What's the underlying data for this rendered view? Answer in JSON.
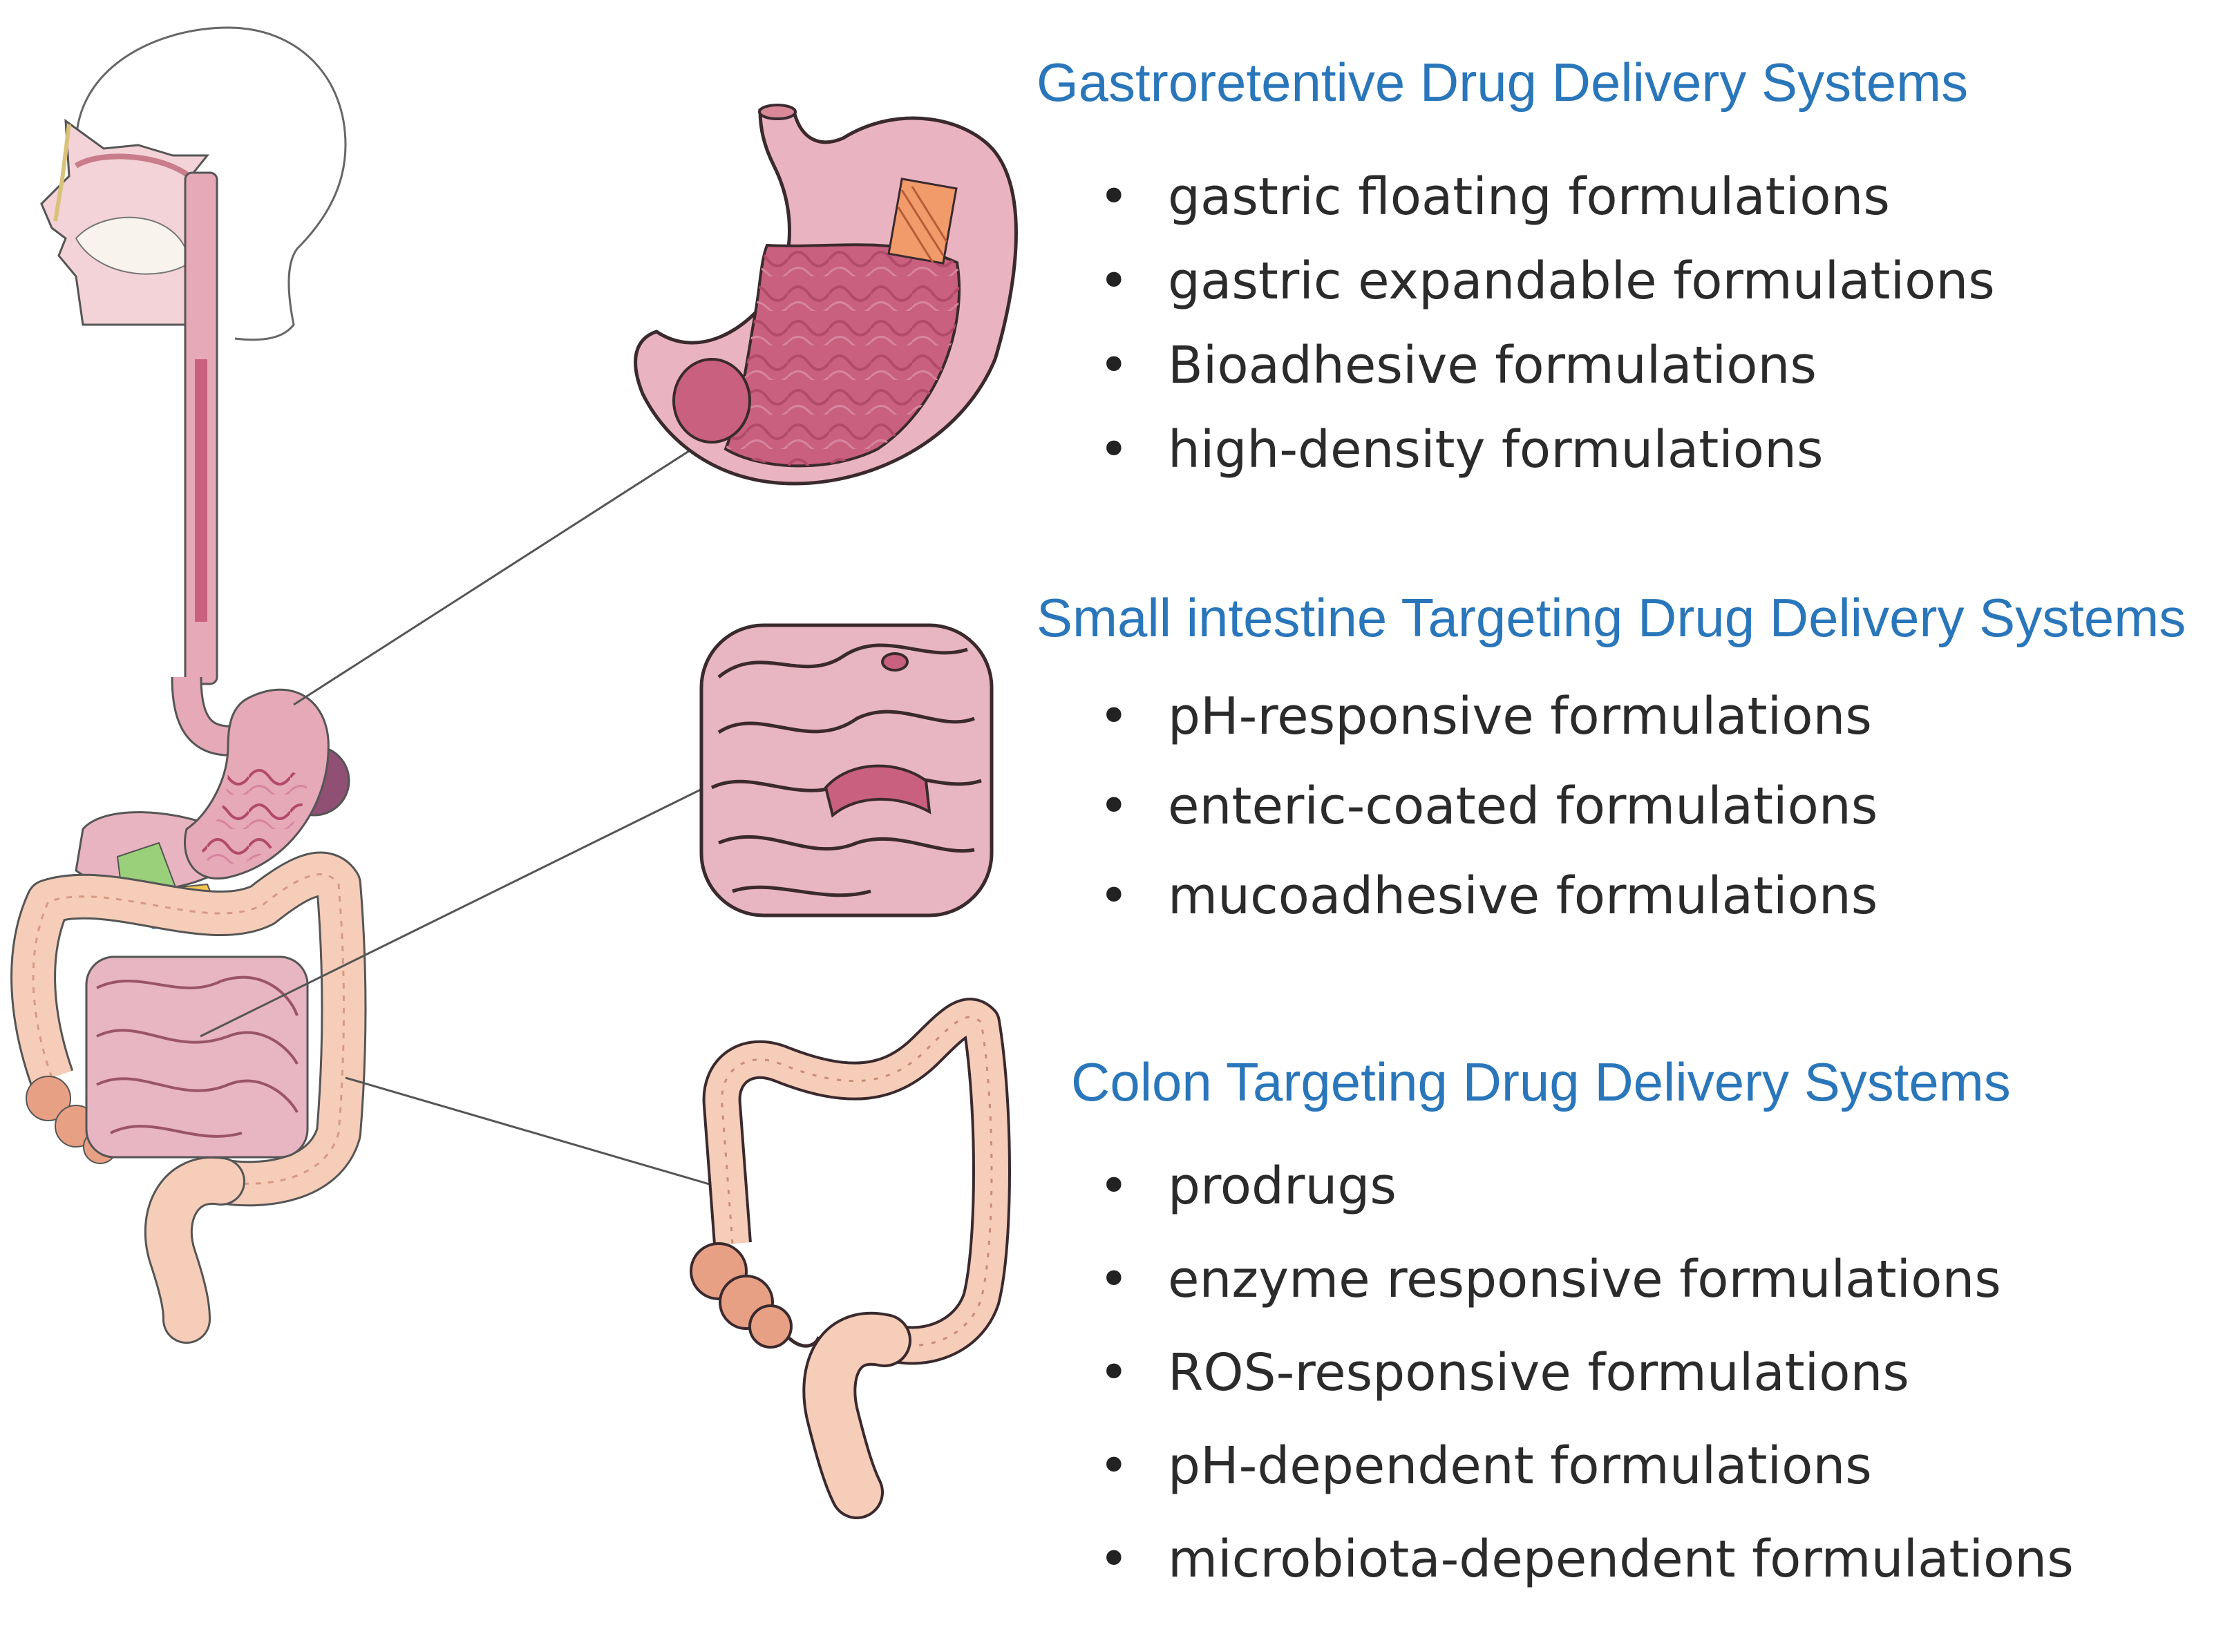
{
  "sections": [
    {
      "title": "Gastroretentive Drug Delivery Systems",
      "items": [
        "gastric floating formulations",
        "gastric expandable formulations",
        "Bioadhesive formulations",
        "high-density formulations"
      ]
    },
    {
      "title": "Small intestine Targeting Drug Delivery Systems",
      "items": [
        "pH-responsive formulations",
        "enteric-coated formulations",
        "mucoadhesive formulations"
      ]
    },
    {
      "title": "Colon Targeting Drug Delivery Systems",
      "items": [
        "prodrugs",
        "enzyme responsive formulations",
        "ROS-responsive formulations",
        "pH-dependent formulations",
        "microbiota-dependent formulations"
      ]
    }
  ],
  "colors": {
    "title_blue": "#2a76ba",
    "body_text": "#2b2b2b",
    "stomach_pink": "#e6a9b8",
    "mucosa_pink": "#c9607f",
    "intestine_pink": "#e8b5c2",
    "colon_peach": "#f6cdb8",
    "outline": "#3a2a2e"
  },
  "illustrations": [
    "digestive-system-figure",
    "stomach-illustration",
    "small-intestine-illustration",
    "colon-illustration"
  ]
}
